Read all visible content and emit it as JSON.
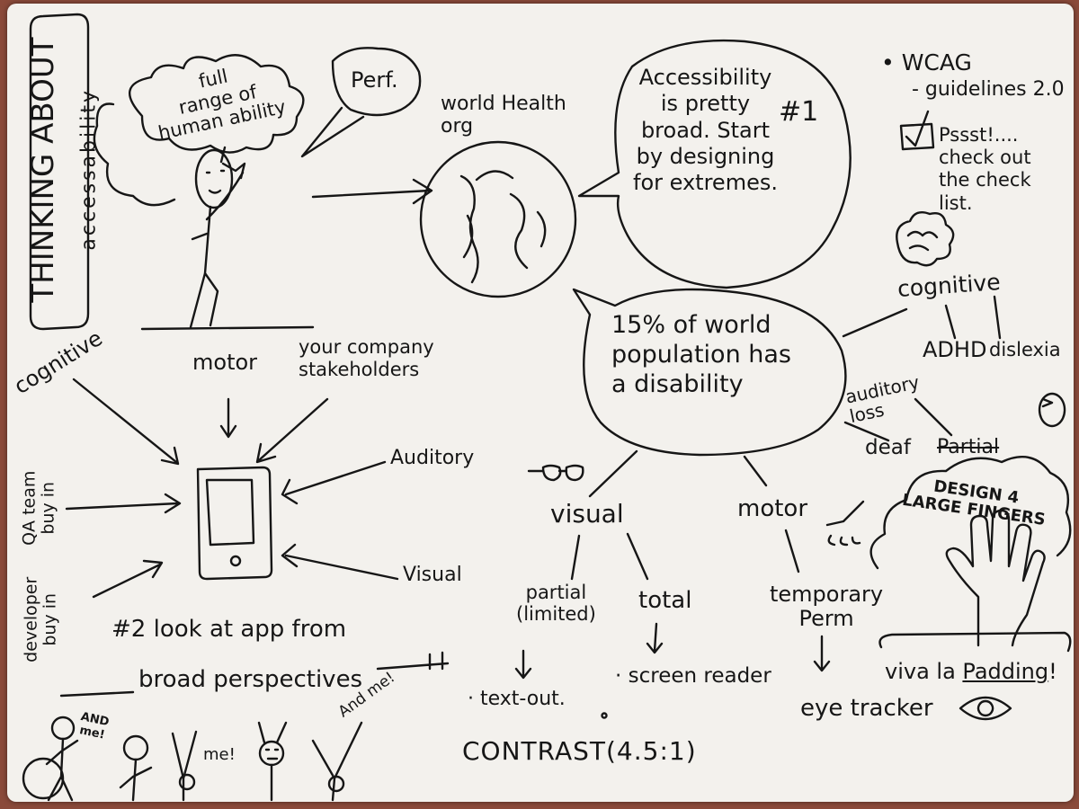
{
  "title": {
    "line1": "THINKING ABOUT",
    "line2": "accessability"
  },
  "person_bubble": {
    "ability": "full\nrange of\nhuman ability",
    "perf": "Perf."
  },
  "who": "world Health\norg",
  "note1": "Accessibility\nis pretty\nbroad. Start\nby designing\nfor extremes.",
  "note1_num": "#1",
  "note_stat": "15% of world\npopulation has\na disability",
  "wcag": {
    "line1": "• WCAG",
    "line2": "- guidelines 2.0",
    "pssst": "Pssst!....\ncheck out\nthe check\nlist."
  },
  "right_categories": {
    "cognitive": "cognitive",
    "adhd": "ADHD",
    "dislexia": "dislexia",
    "auditory_loss": "auditory\nloss",
    "deaf": "deaf",
    "partial": "Partial"
  },
  "fingers": "DESIGN 4\nLARGE FINGERS",
  "padding": {
    "prefix": "viva la ",
    "word": "Padding",
    "suffix": "!"
  },
  "types": {
    "visual": "visual",
    "motor": "motor",
    "partial_limited": "partial\n(limited)",
    "total": "total",
    "temporary_perm": "temporary\nPerm",
    "text_out": "· text-out.",
    "screen_reader": "· screen reader",
    "eye_tracker": "eye tracker",
    "contrast": "CONTRAST(4.5:1)"
  },
  "phone_inputs": {
    "cognitive": "cognitive",
    "motor": "motor",
    "stakeholders": "your company\nstakeholders",
    "auditory": "Auditory",
    "visual": "Visual",
    "qa": "QA team\nbuy in",
    "developer": "developer\nbuy in"
  },
  "note2": "#2 look at app from",
  "note2b": "broad perspectives",
  "crowd": {
    "and_me": "AND\nme!",
    "me": "me!",
    "and_me2": "And me!"
  },
  "colors": {
    "ink": "#161616",
    "paper": "#f3f1ed",
    "background": "#8a4a3a"
  }
}
